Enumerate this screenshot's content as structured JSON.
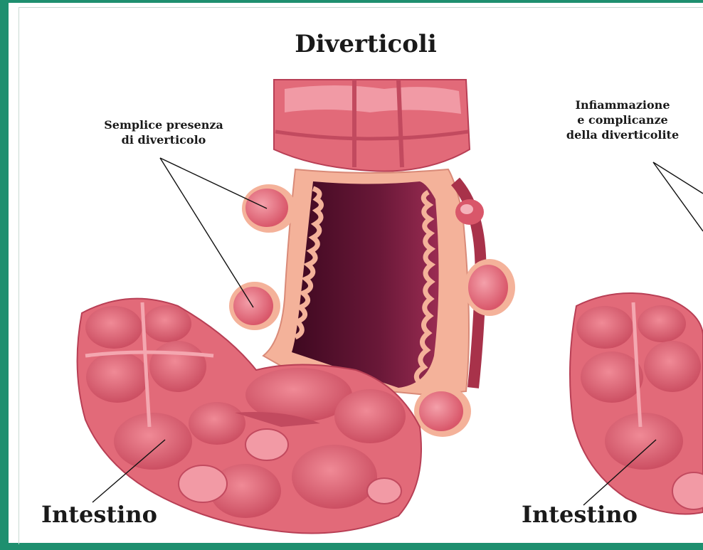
{
  "title": "Diverticoli",
  "labels": {
    "left_callout_line1": "Semplice presenza",
    "left_callout_line2": "di diverticolo",
    "right_callout_line1": "Infiammazione",
    "right_callout_line2": "e complicanze",
    "right_callout_line3": "della diverticolite",
    "left_organ": "Intestino",
    "right_organ": "Intestino"
  },
  "colors": {
    "frame": "#1e8f6f",
    "tissue": "#e8737f",
    "tissue_dark": "#c4465a",
    "tissue_light": "#f6a6ae",
    "lumen": "#5c1030",
    "mucosa": "#f4b29a"
  }
}
